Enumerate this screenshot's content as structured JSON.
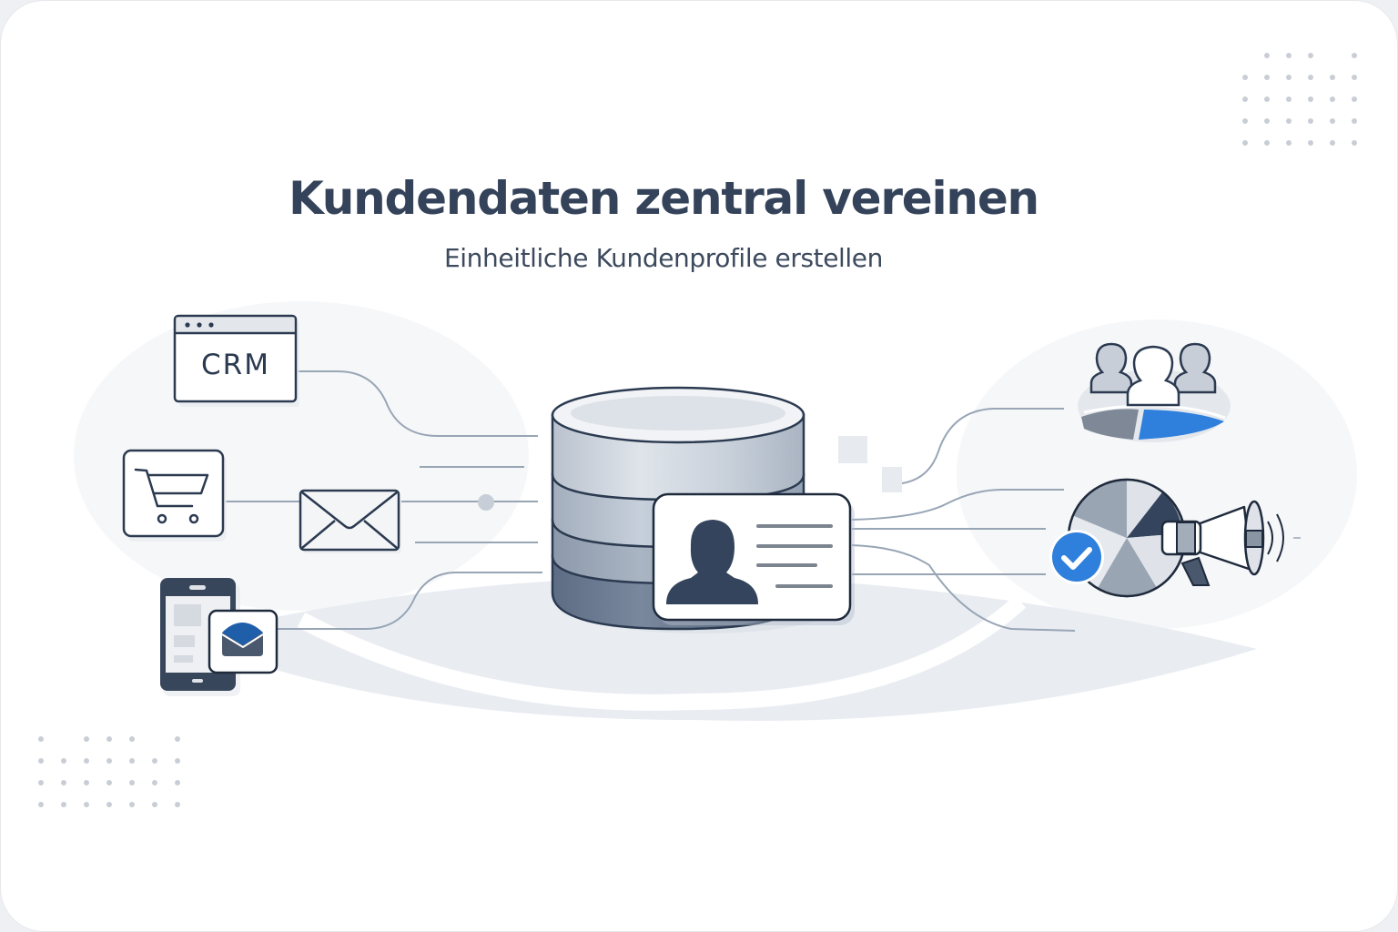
{
  "header": {
    "title": "Kundendaten zentral vereinen",
    "subtitle": "Einheitliche Kundenprofile erstellen"
  },
  "sources": [
    {
      "name": "crm",
      "label": "CRM",
      "icon": "browser-window-icon"
    },
    {
      "name": "shop",
      "label": "",
      "icon": "shopping-cart-icon"
    },
    {
      "name": "email",
      "label": "",
      "icon": "envelope-icon"
    },
    {
      "name": "mobile",
      "label": "",
      "icon": "mobile-app-mail-icon"
    }
  ],
  "center": {
    "icon": "database-icon",
    "profile_card_icon": "customer-profile-card-icon"
  },
  "outputs": [
    {
      "name": "segments",
      "icon": "customer-segments-icon"
    },
    {
      "name": "campaigns",
      "icon": "campaign-megaphone-chart-icon"
    }
  ],
  "colors": {
    "title": "#34435a",
    "navy": "#2b3a50",
    "accent_blue": "#2f7fdc",
    "line": "#9aa7b6",
    "dots": "#c9ced6"
  }
}
